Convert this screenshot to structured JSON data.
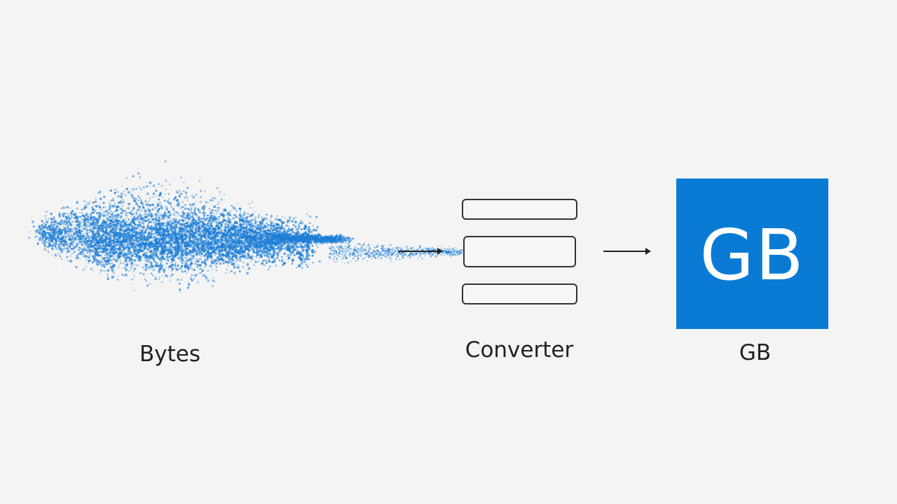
{
  "bytes": {
    "label": "Bytes",
    "color": "#1f7fd6"
  },
  "converter": {
    "label": "Converter"
  },
  "gb": {
    "tile_text": "GB",
    "label": "GB",
    "tile_color": "#0a7bd4"
  }
}
